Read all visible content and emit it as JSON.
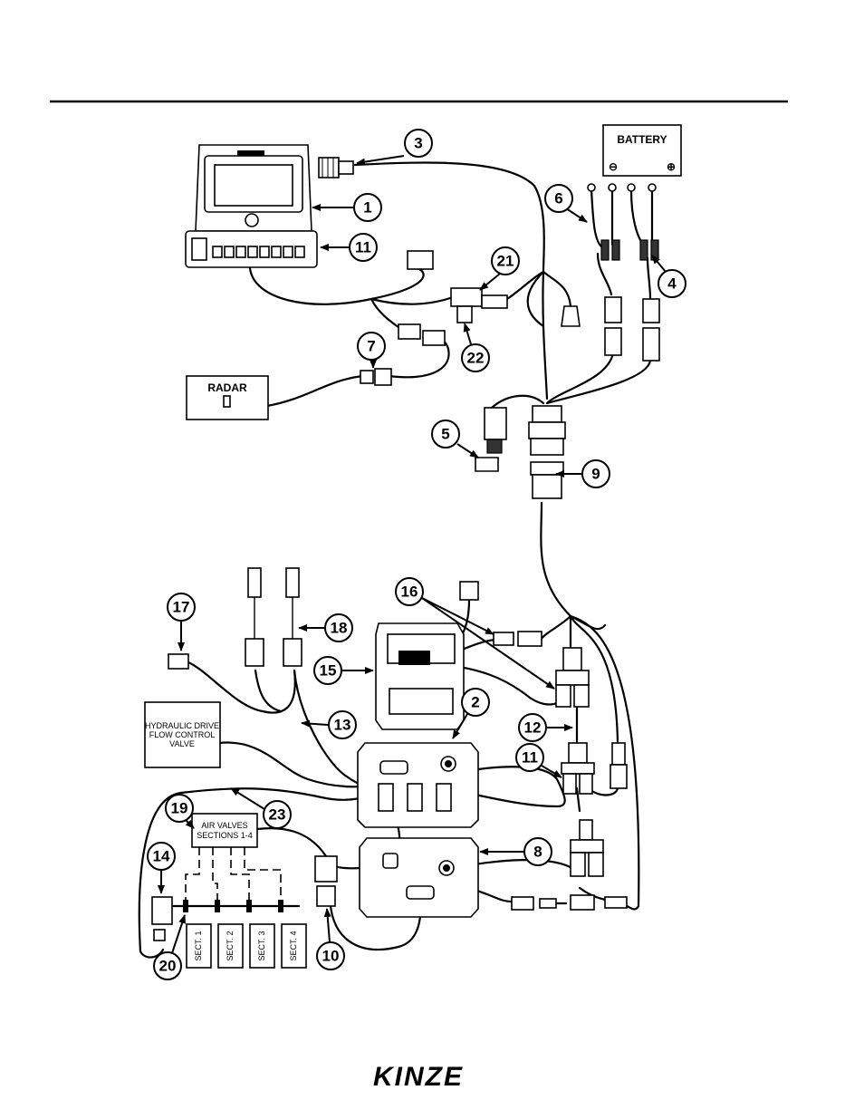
{
  "components": {
    "battery": "BATTERY",
    "battery_negative": "⊖",
    "battery_positive": "⊕",
    "radar": "RADAR",
    "hydraulic_valve_line1": "HYDRAULIC DRIVE",
    "hydraulic_valve_line2": "FLOW CONTROL",
    "hydraulic_valve_line3": "VALVE",
    "air_valves_line1": "AIR VALVES",
    "air_valves_line2": "SECTIONS 1-4",
    "sections": [
      "SECT. 1",
      "SECT. 2",
      "SECT. 3",
      "SECT. 4"
    ]
  },
  "callouts": {
    "c1": "1",
    "c2": "2",
    "c3": "3",
    "c4": "4",
    "c5": "5",
    "c6": "6",
    "c7": "7",
    "c8": "8",
    "c9": "9",
    "c10": "10",
    "c11a": "11",
    "c11b": "11",
    "c12": "12",
    "c13": "13",
    "c14": "14",
    "c15": "15",
    "c16": "16",
    "c17": "17",
    "c18": "18",
    "c19": "19",
    "c20": "20",
    "c21": "21",
    "c22": "22",
    "c23": "23"
  },
  "footer": {
    "logo": "KINZE"
  }
}
